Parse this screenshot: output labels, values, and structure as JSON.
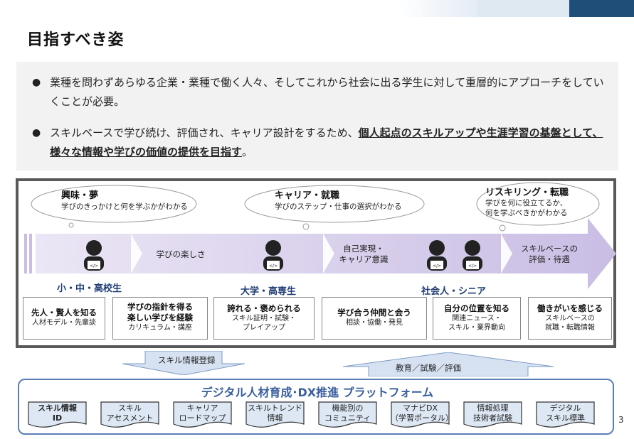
{
  "slide": {
    "title": "目指すべき姿",
    "page_number": "3",
    "colors": {
      "accent_blue": "#3a5f9e",
      "arrow_purple": "#cdc3e6",
      "topbar_blue": "#1f4e79"
    }
  },
  "summary": {
    "bullets": [
      {
        "text": "業種を問わずあらゆる企業・業種で働く人々、そしてこれから社会に出る学生に対して重層的にアプローチをしていくことが必要。"
      },
      {
        "text_before": "スキルベースで学び続け、評価され、キャリア設計をするため、",
        "emphasis": "個人起点のスキルアップや生涯学習の基盤として、様々な情報や学びの価値の提供を目指す",
        "text_after": "。"
      }
    ]
  },
  "journey": {
    "clouds": [
      {
        "title": "興味・夢",
        "sub": "学びのきっかけと何を学ぶかがわかる"
      },
      {
        "title": "キャリア・就職",
        "sub": "学びのステップ・仕事の選択がわかる"
      },
      {
        "title": "リスキリング・転職",
        "sub1": "学びを何に役立てるか、",
        "sub2": "何を学ぶべきかがわかる"
      }
    ],
    "arrow_texts": [
      {
        "text": "学びの楽しさ"
      },
      {
        "line1": "自己実現・",
        "line2": "キャリア意識"
      },
      {
        "line1": "スキルベースの",
        "line2": "評価・待遇"
      }
    ],
    "stages": [
      "小・中・高校生",
      "大学・高専生",
      "社会人・シニア"
    ],
    "cards": [
      {
        "title": "先人・賢人を知る",
        "sub": "人材モデル・先輩談"
      },
      {
        "title1": "学びの指針を得る",
        "title2": "楽しい学びを経験",
        "sub": "カリキュラム・講座"
      },
      {
        "title": "誇れる・褒められる",
        "sub1": "スキル証明・試験・",
        "sub2": "プレイアップ"
      },
      {
        "title": "学び合う仲間と会う",
        "sub": "相談・協働・発見"
      },
      {
        "title": "自分の位置を知る",
        "sub1": "関連ニュース・",
        "sub2": "スキル・業界動向"
      },
      {
        "title": "働きがいを感じる",
        "sub1": "スキルベースの",
        "sub2": "就職・転職情報"
      }
    ]
  },
  "flows": {
    "down_label": "スキル情報登録",
    "up_label": "教育／試験／評価"
  },
  "platform": {
    "title": "デジタル人材育成･DX推進 プラットフォーム",
    "items": [
      {
        "line1": "スキル情報",
        "line2": "ID"
      },
      {
        "line1": "スキル",
        "line2": "アセスメント"
      },
      {
        "line1": "キャリア",
        "line2": "ロードマップ"
      },
      {
        "line1": "スキルトレンド",
        "line2": "情報"
      },
      {
        "line1": "機能別の",
        "line2": "コミュニティ"
      },
      {
        "line1": "マナビDX",
        "line2": "（学習ポータル）"
      },
      {
        "line1": "情報処理",
        "line2": "技術者試験"
      },
      {
        "line1": "デジタル",
        "line2": "スキル標準"
      }
    ]
  }
}
